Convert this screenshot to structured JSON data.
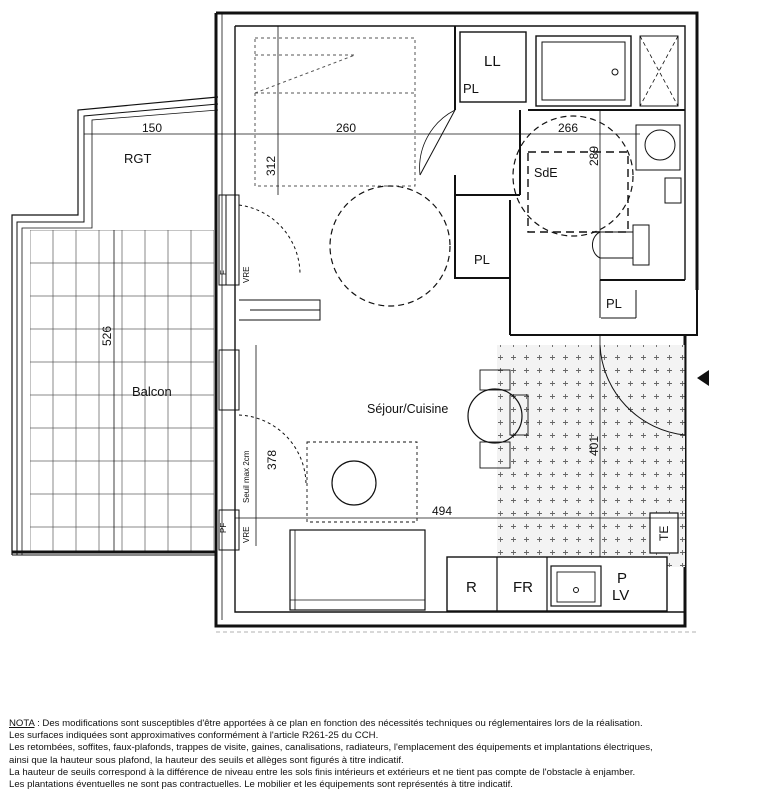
{
  "plan": {
    "rooms": {
      "rgt": "RGT",
      "balcon": "Balcon",
      "sejour": "Séjour/Cuisine",
      "sde": "SdE",
      "ll": "LL",
      "pl": "PL",
      "r": "R",
      "fr": "FR",
      "p": "P",
      "lv": "LV",
      "te": "TE"
    },
    "dims": {
      "d150": "150",
      "d260": "260",
      "d266": "266",
      "d312": "312",
      "d289": "289",
      "d526": "526",
      "d401": "401",
      "d378": "378",
      "d494": "494"
    },
    "side_marks": {
      "f": "F",
      "vre": "VRE",
      "pf": "PF",
      "seuil": "Seuil max 2cm"
    }
  },
  "note": {
    "nota_label": "NOTA",
    "line1_rest": " : Des modifications sont susceptibles d'être apportées à ce plan en fonction des nécessités techniques ou réglementaires lors de la réalisation.",
    "line2": "Les surfaces indiquées sont approximatives conformément à l'article R261-25 du CCH.",
    "line3": "Les retombées, soffites, faux-plafonds, trappes de visite, gaines, canalisations, radiateurs, l'emplacement des équipements et implantations électriques,",
    "line4": "ainsi que la hauteur sous plafond, la hauteur des seuils et allèges sont figurés à titre indicatif.",
    "line5": "La hauteur de seuils correspond à la différence de niveau entre les sols finis intérieurs et extérieurs et ne tient pas compte de l'obstacle à enjamber.",
    "line6": "Les plantations éventuelles ne sont pas contractuelles. Le mobilier et les équipements sont représentés à titre indicatif."
  }
}
